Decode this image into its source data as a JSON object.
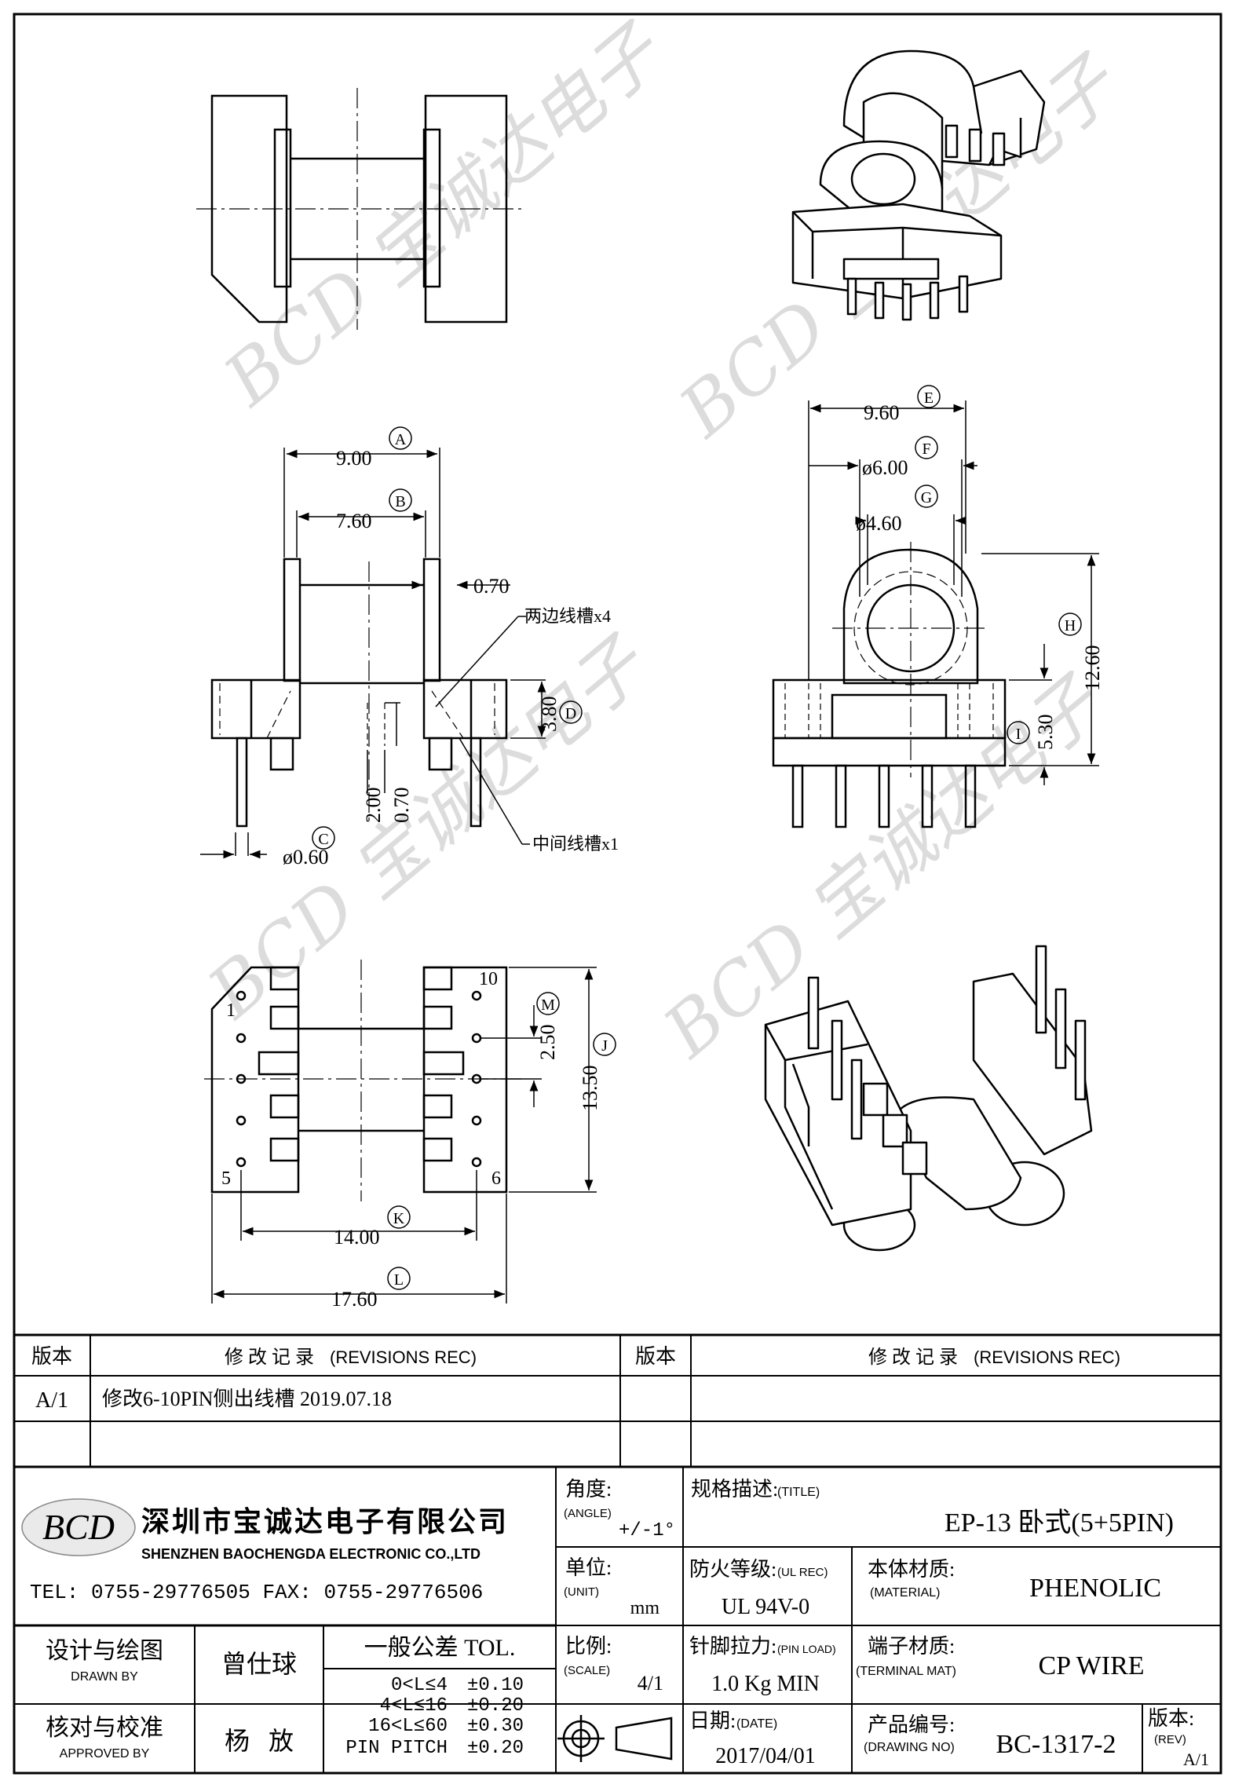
{
  "dimensions": {
    "A": {
      "label": "A",
      "value": "9.00"
    },
    "B": {
      "label": "B",
      "value": "7.60"
    },
    "C": {
      "label": "C",
      "value": "ø0.60"
    },
    "D": {
      "label": "D",
      "value": "3.80"
    },
    "E": {
      "label": "E",
      "value": "9.60"
    },
    "F": {
      "label": "F",
      "value": "ø6.00"
    },
    "G": {
      "label": "G",
      "value": "ø4.60"
    },
    "H": {
      "label": "H",
      "value": "12.60"
    },
    "I": {
      "label": "I",
      "value": "5.30"
    },
    "J": {
      "label": "J",
      "value": "13.50"
    },
    "K": {
      "label": "K",
      "value": "14.00"
    },
    "L": {
      "label": "L",
      "value": "17.60"
    },
    "M": {
      "label": "M",
      "value": "2.50"
    },
    "flange": "0.70",
    "slot_depth": "2.00",
    "slot_width": "0.70"
  },
  "annotations": {
    "side_slots": "两边线槽x4",
    "middle_slot": "中间线槽x1"
  },
  "pins": {
    "p1": "1",
    "p5": "5",
    "p6": "6",
    "p10": "10"
  },
  "watermark": "BCD 宝诚达电子",
  "revisions": {
    "col_version": "版本",
    "col_record": "修 改 记 录",
    "col_record_en": "(REVISIONS REC)",
    "row1_version": "A/1",
    "row1_text": "修改6-10PIN侧出线槽 2019.07.18"
  },
  "company": {
    "logo": "BCD",
    "name_cn": "深圳市宝诚达电子有限公司",
    "name_en": "SHENZHEN BAOCHENGDA ELECTRONIC CO.,LTD",
    "contact": "TEL: 0755-29776505   FAX: 0755-29776506"
  },
  "title_block": {
    "angle_label": "角度:",
    "angle_label_en": "(ANGLE)",
    "angle_value": "+/-1°",
    "unit_label": "单位:",
    "unit_label_en": "(UNIT)",
    "unit_value": "mm",
    "scale_label": "比例:",
    "scale_label_en": "(SCALE)",
    "scale_value": "4/1",
    "title_label": "规格描述:",
    "title_label_en": "(TITLE)",
    "title_value": "EP-13 卧式(5+5PIN)",
    "ul_label": "防火等级:",
    "ul_label_en": "(UL REC)",
    "ul_value": "UL 94V-0",
    "material_label": "本体材质:",
    "material_label_en": "(MATERIAL)",
    "material_value": "PHENOLIC",
    "pinload_label": "针脚拉力:",
    "pinload_label_en": "(PIN LOAD)",
    "pinload_value": "1.0 Kg MIN",
    "terminal_label": "端子材质:",
    "terminal_label_en": "(TERMINAL MAT)",
    "terminal_value": "CP WIRE",
    "date_label": "日期:",
    "date_label_en": "(DATE)",
    "date_value": "2017/04/01",
    "drawing_label": "产品编号:",
    "drawing_label_en": "(DRAWING NO)",
    "drawing_value": "BC-1317-2",
    "rev_label": "版本:",
    "rev_label_en": "(REV)",
    "rev_value": "A/1",
    "drawn_label": "设计与绘图",
    "drawn_label_en": "DRAWN BY",
    "drawn_value": "曾仕球",
    "approved_label": "核对与校准",
    "approved_label_en": "APPROVED BY",
    "approved_value": "杨   放",
    "tol_label": "一般公差 TOL.",
    "tol_rows": [
      {
        "range": "0<L≤4",
        "tol": "±0.10"
      },
      {
        "range": "4<L≤16",
        "tol": "±0.20"
      },
      {
        "range": "16<L≤60",
        "tol": "±0.30"
      },
      {
        "range": "PIN PITCH",
        "tol": "±0.20"
      }
    ]
  }
}
